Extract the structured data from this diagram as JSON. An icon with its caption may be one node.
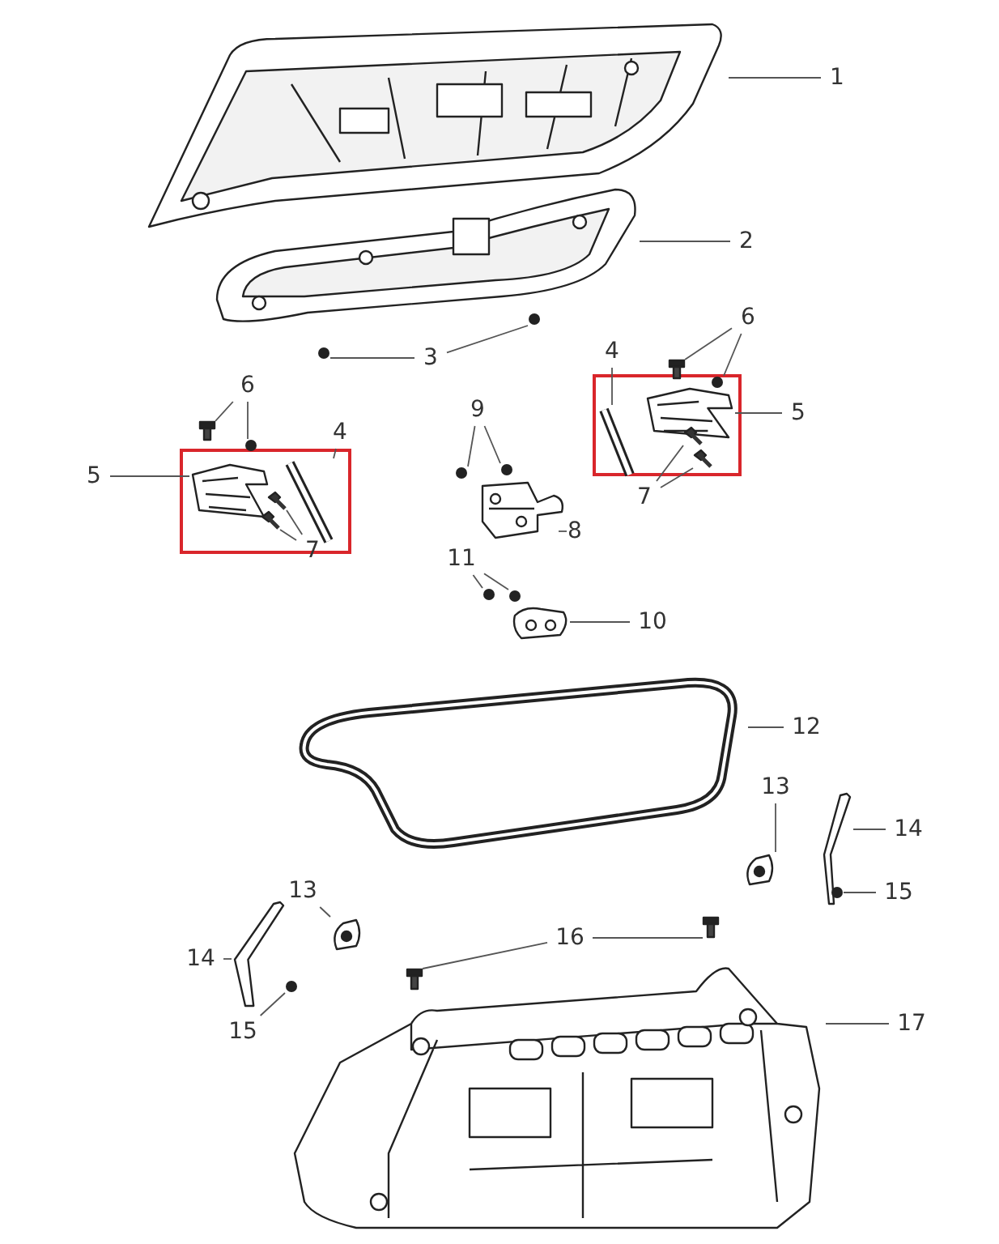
{
  "diagram": {
    "nodes": [
      {
        "text": [
          "1"
        ]
      },
      {
        "text": [],
        "shape": "picture"
      },
      {
        "text": [
          "2"
        ]
      },
      {
        "text": [],
        "shape": "picture"
      },
      {
        "text": [
          "3"
        ]
      },
      {
        "text": [],
        "shape": "circle"
      },
      {
        "text": [],
        "shape": "circle"
      },
      {
        "text": [
          "6"
        ]
      },
      {
        "text": [],
        "shape": "picture"
      },
      {
        "text": [],
        "shape": "circle"
      },
      {
        "text": [
          "4"
        ]
      },
      {
        "text": [],
        "shape": "picture"
      },
      {
        "text": [
          "5"
        ]
      },
      {
        "text": [],
        "shape": "picture"
      },
      {
        "text": [
          "7"
        ]
      },
      {
        "text": [],
        "shape": "picture"
      },
      {
        "text": [],
        "shape": "picture"
      },
      {
        "text": [
          "6"
        ]
      },
      {
        "text": [],
        "shape": "picture"
      },
      {
        "text": [],
        "shape": "circle"
      },
      {
        "text": [
          "9"
        ]
      },
      {
        "text": [],
        "shape": "circle"
      },
      {
        "text": [],
        "shape": "circle"
      },
      {
        "text": [
          "4"
        ]
      },
      {
        "text": [],
        "shape": "picture"
      },
      {
        "text": [
          "5"
        ]
      },
      {
        "text": [],
        "shape": "picture"
      },
      {
        "text": [
          "7"
        ]
      },
      {
        "text": [],
        "shape": "picture"
      },
      {
        "text": [],
        "shape": "picture"
      },
      {
        "text": [
          "8"
        ]
      },
      {
        "text": [],
        "shape": "picture"
      },
      {
        "text": [
          "11"
        ]
      },
      {
        "text": [],
        "shape": "circle"
      },
      {
        "text": [],
        "shape": "circle"
      },
      {
        "text": [
          "10"
        ]
      },
      {
        "text": [],
        "shape": "picture"
      },
      {
        "text": [
          "12"
        ]
      },
      {
        "text": [],
        "shape": "picture"
      },
      {
        "text": [
          "13"
        ]
      },
      {
        "text": [],
        "shape": "picture"
      },
      {
        "text": [
          "14"
        ]
      },
      {
        "text": [],
        "shape": "picture"
      },
      {
        "text": [
          "15"
        ]
      },
      {
        "text": [],
        "shape": "circle"
      },
      {
        "text": [
          "13"
        ]
      },
      {
        "text": [],
        "shape": "picture"
      },
      {
        "text": [
          "16"
        ]
      },
      {
        "text": [],
        "shape": "picture"
      },
      {
        "text": [],
        "shape": "picture"
      },
      {
        "text": [
          "14"
        ]
      },
      {
        "text": [],
        "shape": "picture"
      },
      {
        "text": [
          "15"
        ]
      },
      {
        "text": [],
        "shape": "circle"
      },
      {
        "text": [
          "17"
        ]
      },
      {
        "text": [],
        "shape": "picture"
      }
    ],
    "edges": [
      {
        "from": 0,
        "to": 1,
        "arrow": "none"
      },
      {
        "from": 2,
        "to": 3,
        "arrow": "none"
      },
      {
        "from": 4,
        "to": 5,
        "arrow": "none"
      },
      {
        "from": 4,
        "to": 6,
        "arrow": "none"
      },
      {
        "from": 7,
        "to": 8,
        "arrow": "none"
      },
      {
        "from": 7,
        "to": 9,
        "arrow": "none"
      },
      {
        "from": 10,
        "to": 11,
        "arrow": "none"
      },
      {
        "from": 12,
        "to": 13,
        "arrow": "none"
      },
      {
        "from": 14,
        "to": 15,
        "arrow": "none"
      },
      {
        "from": 14,
        "to": 16,
        "arrow": "none"
      },
      {
        "from": 17,
        "to": 18,
        "arrow": "none"
      },
      {
        "from": 17,
        "to": 19,
        "arrow": "none"
      },
      {
        "from": 20,
        "to": 21,
        "arrow": "none"
      },
      {
        "from": 20,
        "to": 22,
        "arrow": "none"
      },
      {
        "from": 23,
        "to": 24,
        "arrow": "none"
      },
      {
        "from": 25,
        "to": 26,
        "arrow": "none"
      },
      {
        "from": 27,
        "to": 28,
        "arrow": "none"
      },
      {
        "from": 27,
        "to": 29,
        "arrow": "none"
      },
      {
        "from": 30,
        "to": 31,
        "arrow": "none"
      },
      {
        "from": 32,
        "to": 33,
        "arrow": "none"
      },
      {
        "from": 32,
        "to": 34,
        "arrow": "none"
      },
      {
        "from": 35,
        "to": 36,
        "arrow": "none"
      },
      {
        "from": 37,
        "to": 38,
        "arrow": "none"
      },
      {
        "from": 39,
        "to": 40,
        "arrow": "none"
      },
      {
        "from": 41,
        "to": 42,
        "arrow": "none"
      },
      {
        "from": 43,
        "to": 44,
        "arrow": "none"
      },
      {
        "from": 45,
        "to": 46,
        "arrow": "none"
      },
      {
        "from": 47,
        "to": 48,
        "arrow": "none"
      },
      {
        "from": 47,
        "to": 49,
        "arrow": "none"
      },
      {
        "from": 50,
        "to": 51,
        "arrow": "none"
      },
      {
        "from": 52,
        "to": 53,
        "arrow": "none"
      },
      {
        "from": 54,
        "to": 55,
        "arrow": "none"
      }
    ]
  }
}
